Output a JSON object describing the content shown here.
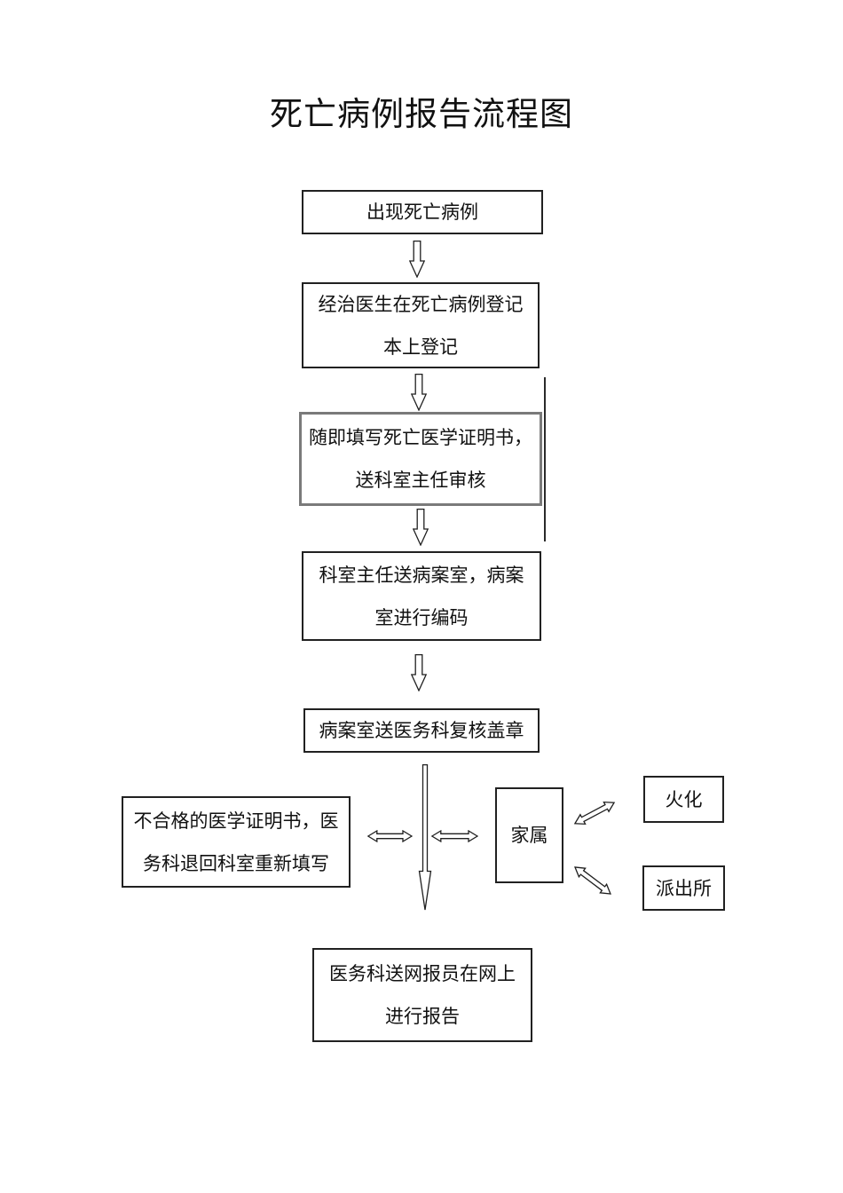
{
  "page": {
    "title": "死亡病例报告流程图",
    "background": "#ffffff"
  },
  "colors": {
    "text": "#111111",
    "box_border": "#212121",
    "certificate_box_border": "#7a7a7a",
    "arrow_outline": "#1f1f1f"
  },
  "nodes": {
    "start": {
      "lines": [
        "出现死亡病例"
      ]
    },
    "register": {
      "lines": [
        "经治医生在死亡病例登记",
        "本上登记"
      ]
    },
    "certificate": {
      "lines": [
        "随即填写死亡医学证明书，",
        "送科室主任审核"
      ]
    },
    "coding": {
      "lines": [
        "科室主任送病案室，病案",
        "室进行编码"
      ]
    },
    "review": {
      "lines": [
        "病案室送医务科复核盖章"
      ]
    },
    "invalid": {
      "lines": [
        "不合格的医学证明书，医",
        "务科退回科室重新填写"
      ]
    },
    "family": {
      "lines": [
        "家属"
      ]
    },
    "cremation": {
      "lines": [
        "火化"
      ]
    },
    "police": {
      "lines": [
        "派出所"
      ]
    },
    "report": {
      "lines": [
        "医务科送网报员在网上",
        "进行报告"
      ]
    }
  },
  "icons": {
    "down_arrow": "hollow block down arrow",
    "long_down_arrow": "thin needle down arrow",
    "left_right_arrow": "hollow double-headed horizontal arrow",
    "diagonal_up_right_arrow": "hollow double-headed arrow pointing up-right",
    "diagonal_down_right_arrow": "hollow double-headed arrow pointing down-right",
    "connector_line": "vertical connector line"
  }
}
